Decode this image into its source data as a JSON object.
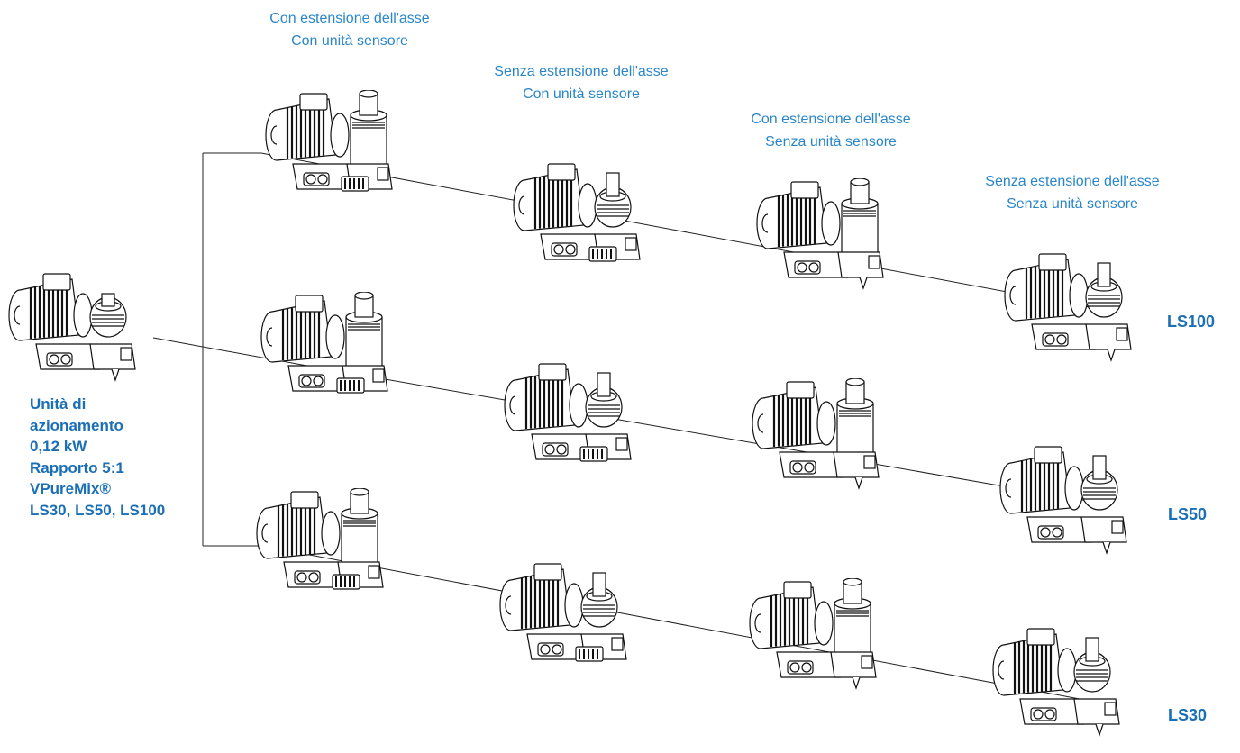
{
  "colors": {
    "accent": "#1b6fb5",
    "heading": "#2a86c8",
    "line": "#222222"
  },
  "headers": [
    {
      "line1": "Con estensione dell'asse",
      "line2": "Con unità sensore"
    },
    {
      "line1": "Senza estensione dell'asse",
      "line2": "Con unità sensore"
    },
    {
      "line1": "Con estensione dell'asse",
      "line2": "Senza unità sensore"
    },
    {
      "line1": "Senza estensione dell'asse",
      "line2": "Senza unità sensore"
    }
  ],
  "drive_unit": {
    "label_lines": [
      "Unità di",
      "azionamento",
      "0,12 kW",
      "Rapporto 5:1",
      "VPureMix®",
      "LS30, LS50, LS100"
    ]
  },
  "rows": [
    {
      "label": "LS100"
    },
    {
      "label": "LS50"
    },
    {
      "label": "LS30"
    }
  ],
  "icons": [
    "gear-motor-icon"
  ]
}
